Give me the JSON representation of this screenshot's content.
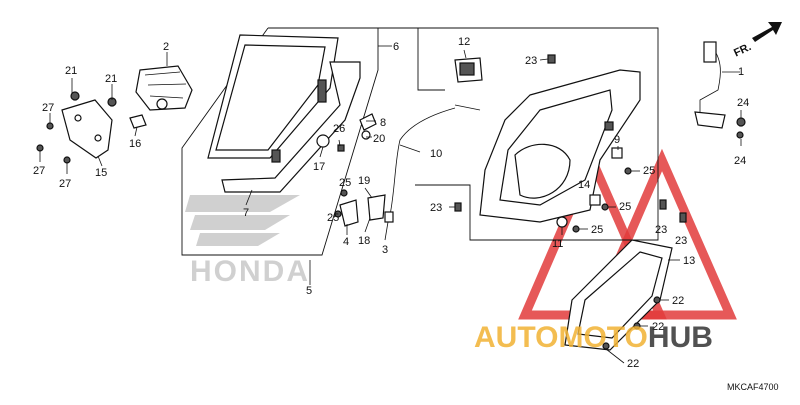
{
  "diagram": {
    "code": "MKCAF4700",
    "direction_label": "FR.",
    "brand_watermark": "HONDA",
    "site_watermark": {
      "part1": "AUTO",
      "part2": "MOTO",
      "part3": "HUB"
    },
    "callouts": {
      "c1": "1",
      "c2": "2",
      "c3": "3",
      "c4": "4",
      "c5": "5",
      "c6": "6",
      "c7": "7",
      "c8": "8",
      "c9": "9",
      "c10": "10",
      "c11": "11",
      "c12": "12",
      "c13": "13",
      "c14": "14",
      "c15": "15",
      "c16": "16",
      "c17": "17",
      "c18": "18",
      "c19": "19",
      "c20": "20",
      "c21a": "21",
      "c21b": "21",
      "c22a": "22",
      "c22b": "22",
      "c22c": "22",
      "c23a": "23",
      "c23b": "23",
      "c23c": "23",
      "c23d": "23",
      "c24a": "24",
      "c24b": "24",
      "c25a": "25",
      "c25b": "25",
      "c25c": "25",
      "c25d": "25",
      "c25e": "25",
      "c26": "26",
      "c27a": "27",
      "c27b": "27",
      "c27c": "27"
    },
    "colors": {
      "watermark_red": "#e23b3b",
      "watermark_orange": "#f2b233",
      "watermark_dark": "#333333"
    }
  }
}
